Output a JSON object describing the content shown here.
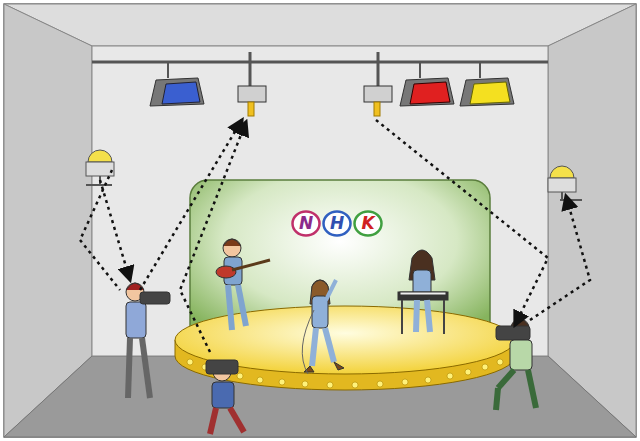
{
  "diagram": {
    "nodes": [
      {
        "text": [
          "N"
        ]
      },
      {
        "text": [
          "H"
        ]
      },
      {
        "text": [
          "K"
        ]
      }
    ]
  }
}
